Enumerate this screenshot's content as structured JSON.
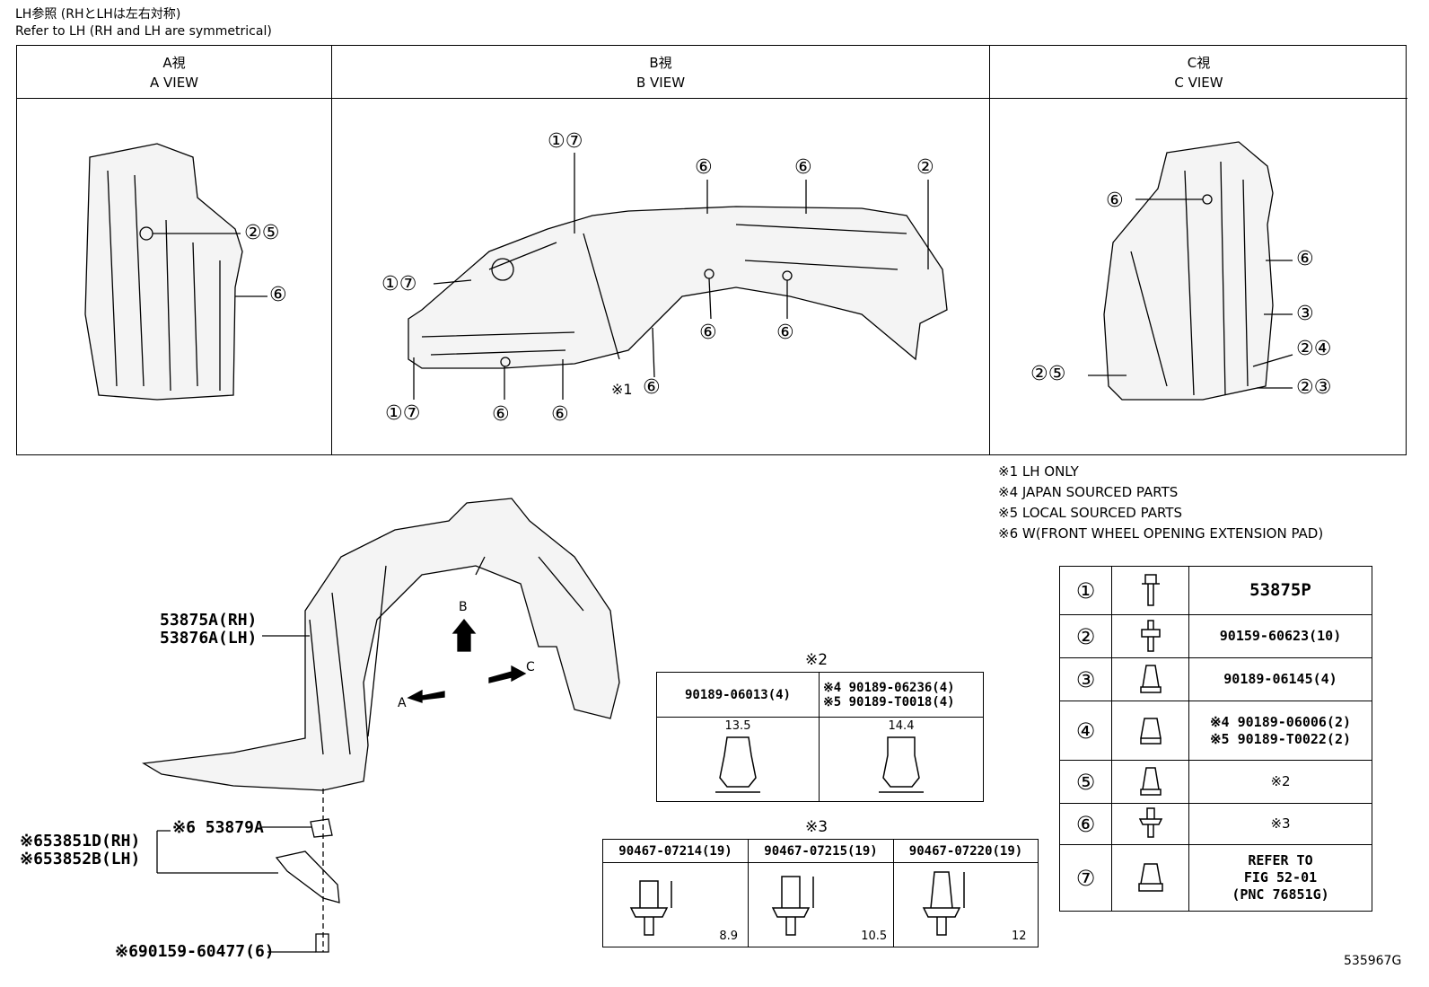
{
  "header_note": {
    "line1": "LH参照 (RHとLHは左右対称)",
    "line2": "Refer to LH (RH and LH are symmetrical)"
  },
  "views": {
    "a": {
      "jp": "A視",
      "en": "A VIEW"
    },
    "b": {
      "jp": "B視",
      "en": "B VIEW"
    },
    "c": {
      "jp": "C視",
      "en": "C VIEW"
    }
  },
  "callouts": {
    "c25": "②⑤",
    "c6": "⑥",
    "c17": "①⑦",
    "c2": "②",
    "c3": "③",
    "c24": "②④",
    "c23": "②③",
    "c1_6_prefix": "※1"
  },
  "legend": [
    "※1 LH ONLY",
    "※4 JAPAN SOURCED PARTS",
    "※5 LOCAL SOURCED PARTS",
    "※6 W(FRONT WHEEL OPENING EXTENSION PAD)"
  ],
  "main_parts": {
    "liner_rh": "53875A(RH)",
    "liner_lh": "53876A(LH)",
    "pad_clip": "※6 53879A",
    "pad_rh": "※653851D(RH)",
    "pad_lh": "※653852B(LH)",
    "bolt": "※690159-60477(6)"
  },
  "arrows": {
    "a": "A",
    "b": "B",
    "c": "C"
  },
  "clip2": {
    "title": "※2",
    "col1": "90189-06013(4)",
    "col2_line1": "※4 90189-06236(4)",
    "col2_line2": "※5 90189-T0018(4)",
    "dim1": "13.5",
    "dim2": "14.4"
  },
  "clip3": {
    "title": "※3",
    "col1": "90467-07214(19)",
    "col2": "90467-07215(19)",
    "col3": "90467-07220(19)",
    "dim1": "8.9",
    "dim2": "10.5",
    "dim3": "12"
  },
  "parts_table": [
    {
      "key": "①",
      "part": "53875P",
      "part2": ""
    },
    {
      "key": "②",
      "part": "90159-60623(10)",
      "part2": ""
    },
    {
      "key": "③",
      "part": "90189-06145(4)",
      "part2": ""
    },
    {
      "key": "④",
      "part": "※4 90189-06006(2)",
      "part2": "※5 90189-T0022(2)"
    },
    {
      "key": "⑤",
      "part": "※2",
      "part2": ""
    },
    {
      "key": "⑥",
      "part": "※3",
      "part2": ""
    },
    {
      "key": "⑦",
      "part": "REFER TO",
      "part2": "FIG 52-01",
      "part3": "(PNC 76851G)"
    }
  ],
  "figure_code": "535967G"
}
